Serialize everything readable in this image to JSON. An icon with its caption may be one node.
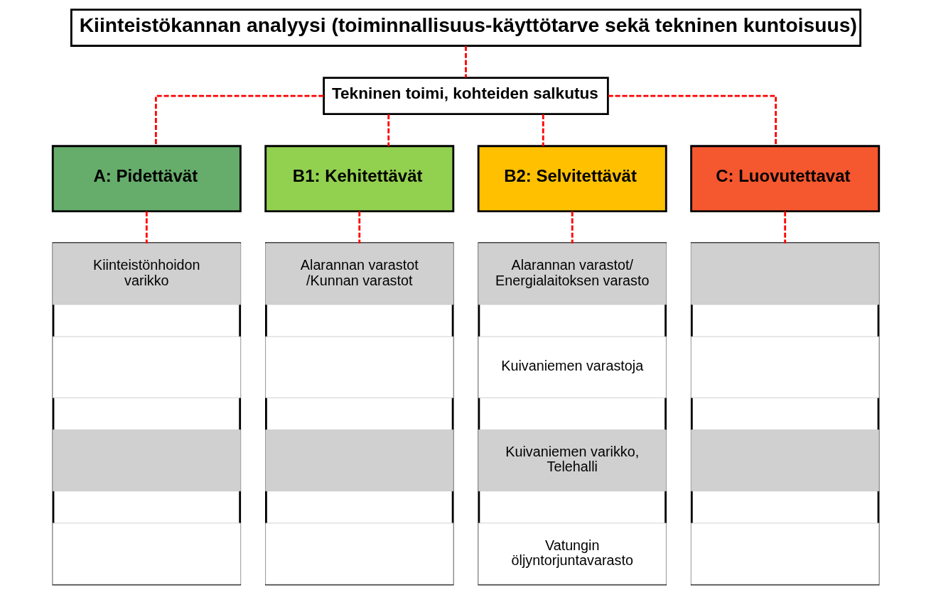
{
  "diagram": {
    "nodes": [
      {
        "text": [
          "Kiinteistökannan analyysi (toiminnallisuus-käyttötarve sekä tekninen kuntoisuus)"
        ]
      },
      {
        "text": [
          "Tekninen toimi, kohteiden salkutus"
        ]
      },
      {
        "text": [
          "A: Pidettävät"
        ]
      },
      {
        "text": [
          "B1: Kehitettävät"
        ]
      },
      {
        "text": [
          "B2: Selvitettävät"
        ]
      },
      {
        "text": [
          "C: Luovutettavat"
        ]
      },
      {
        "text": [],
        "shape": "box"
      },
      {
        "text": [
          "Kiinteistönhoidon varikko"
        ],
        "in": 6
      },
      {
        "text": [],
        "shape": "box",
        "in": 6
      },
      {
        "text": [],
        "shape": "box",
        "in": 6
      },
      {
        "text": [],
        "shape": "box",
        "in": 6
      },
      {
        "text": [],
        "shape": "box"
      },
      {
        "text": [
          "Alarannan varastot /Kunnan varastot"
        ],
        "in": 11
      },
      {
        "text": [],
        "shape": "box",
        "in": 11
      },
      {
        "text": [],
        "shape": "box",
        "in": 11
      },
      {
        "text": [],
        "shape": "box",
        "in": 11
      },
      {
        "text": [],
        "shape": "box"
      },
      {
        "text": [
          "Alarannan varastot/ Energialaitoksen varasto"
        ],
        "in": 16
      },
      {
        "text": [
          "Kuivaniemen varastoja"
        ],
        "in": 16
      },
      {
        "text": [
          "Kuivaniemen varikko, Telehalli"
        ],
        "in": 16
      },
      {
        "text": [
          "Vatungin öljyntorjuntavarasto"
        ],
        "in": 16
      },
      {
        "text": [],
        "shape": "box"
      },
      {
        "text": [],
        "shape": "box",
        "in": 21
      },
      {
        "text": [],
        "shape": "box",
        "in": 21
      },
      {
        "text": [],
        "shape": "box",
        "in": 21
      },
      {
        "text": [],
        "shape": "box",
        "in": 21
      }
    ],
    "edges": [
      {
        "from": 0,
        "to": 1,
        "arrow": "none",
        "style": "dashed"
      },
      {
        "from": 1,
        "to": 2,
        "arrow": "none",
        "style": "dashed"
      },
      {
        "from": 1,
        "to": 3,
        "arrow": "none",
        "style": "dashed"
      },
      {
        "from": 1,
        "to": 4,
        "arrow": "none",
        "style": "dashed"
      },
      {
        "from": 1,
        "to": 5,
        "arrow": "none",
        "style": "dashed"
      },
      {
        "from": 2,
        "to": 6,
        "arrow": "none",
        "style": "dashed"
      },
      {
        "from": 3,
        "to": 11,
        "arrow": "none",
        "style": "dashed"
      },
      {
        "from": 4,
        "to": 16,
        "arrow": "none",
        "style": "dashed"
      },
      {
        "from": 5,
        "to": 21,
        "arrow": "none",
        "style": "dashed"
      }
    ]
  }
}
